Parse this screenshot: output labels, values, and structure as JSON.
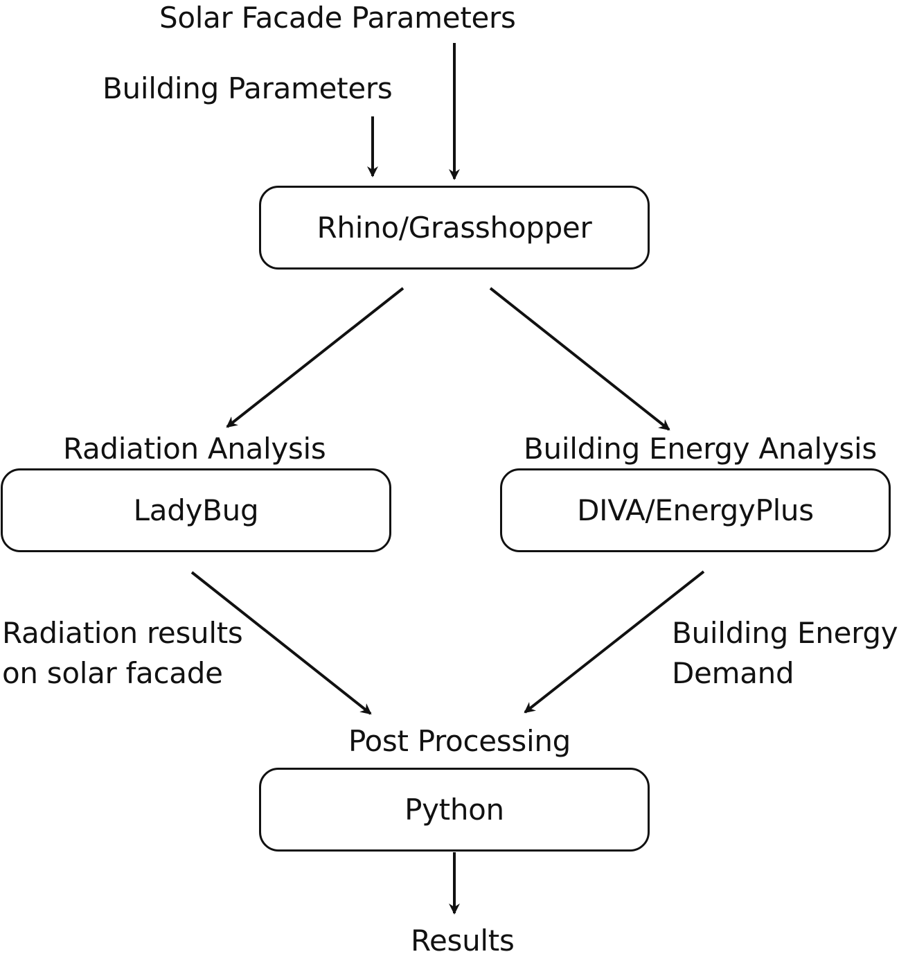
{
  "inputs": {
    "solar_facade_parameters": "Solar Facade Parameters",
    "building_parameters": "Building Parameters"
  },
  "nodes": {
    "rhino": {
      "label": "Rhino/Grasshopper"
    },
    "radiation": {
      "stage": "Radiation Analysis",
      "label": "LadyBug"
    },
    "energy": {
      "stage": "Building Energy Analysis",
      "label": "DIVA/EnergyPlus"
    },
    "post": {
      "stage": "Post Processing",
      "label": "Python"
    }
  },
  "edge_labels": {
    "radiation_results": {
      "line1": "Radiation results",
      "line2": "on solar facade"
    },
    "energy_demand": {
      "line1": "Building Energy",
      "line2": "Demand"
    }
  },
  "output": {
    "label": "Results"
  },
  "colors": {
    "stroke": "#111111",
    "background": "#ffffff"
  }
}
